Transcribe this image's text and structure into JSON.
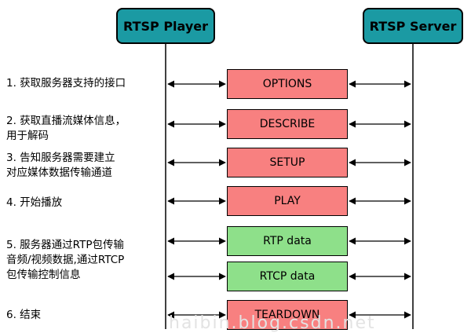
{
  "actors": {
    "player": "RTSP Player",
    "server": "RTSP Server",
    "fill": "#1b9aa3"
  },
  "steps": [
    {
      "label": "1. 获取服务器支持的接口",
      "message": "OPTIONS",
      "color": "#f88080"
    },
    {
      "label": "2. 获取直播流媒体信息，\n用于解码",
      "message": "DESCRIBE",
      "color": "#f88080"
    },
    {
      "label": "3. 告知服务器需要建立\n对应媒体数据传输通道",
      "message": "SETUP",
      "color": "#f88080"
    },
    {
      "label": "4. 开始播放",
      "message": "PLAY",
      "color": "#f88080"
    },
    {
      "label": "5. 服务器通过RTP包传输\n音频/视频数据,通过RTCP\n包传输控制信息",
      "message": "RTP data",
      "color": "#8ee08a"
    },
    {
      "label": "",
      "message": "RTCP data",
      "color": "#8ee08a"
    },
    {
      "label": "6. 结束",
      "message": "TEARDOWN",
      "color": "#f88080"
    }
  ],
  "watermark": "haibin.blog.csdn.net"
}
